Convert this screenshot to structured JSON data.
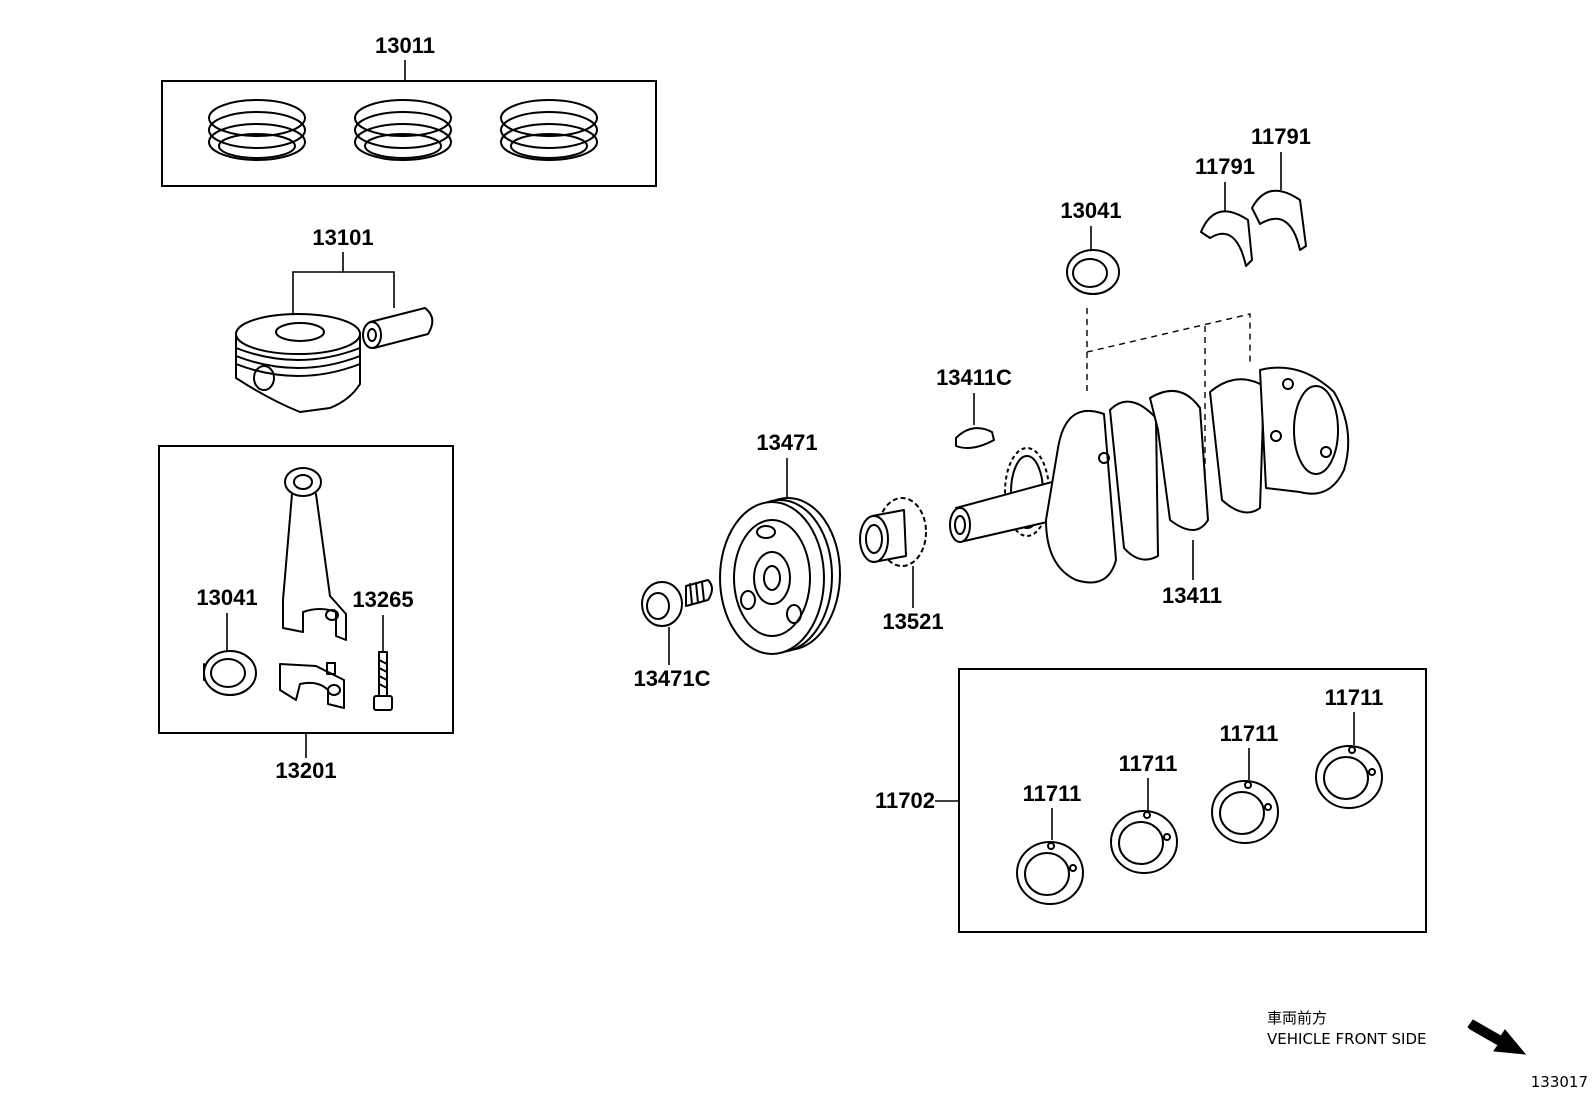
{
  "labels": {
    "piston_ring_set": "13011",
    "piston_with_pin": "13101",
    "connecting_rod_assy": "13201",
    "conrod_bearing": "13041",
    "conrod_bolt": "13265",
    "crank_bearing_top": "13041",
    "thrust_washer_a": "11791",
    "thrust_washer_b": "11791",
    "crank_key": "13411C",
    "crank_pulley": "13471",
    "timing_gear": "13521",
    "crankshaft": "13411",
    "pulley_bolt": "13471C",
    "main_bearing_set": "11702",
    "main_bearing_1": "11711",
    "main_bearing_2": "11711",
    "main_bearing_3": "11711",
    "main_bearing_4": "11711"
  },
  "front_note": {
    "japanese": "車両前方",
    "english": "VEHICLE FRONT SIDE"
  },
  "figure_id": "133017"
}
